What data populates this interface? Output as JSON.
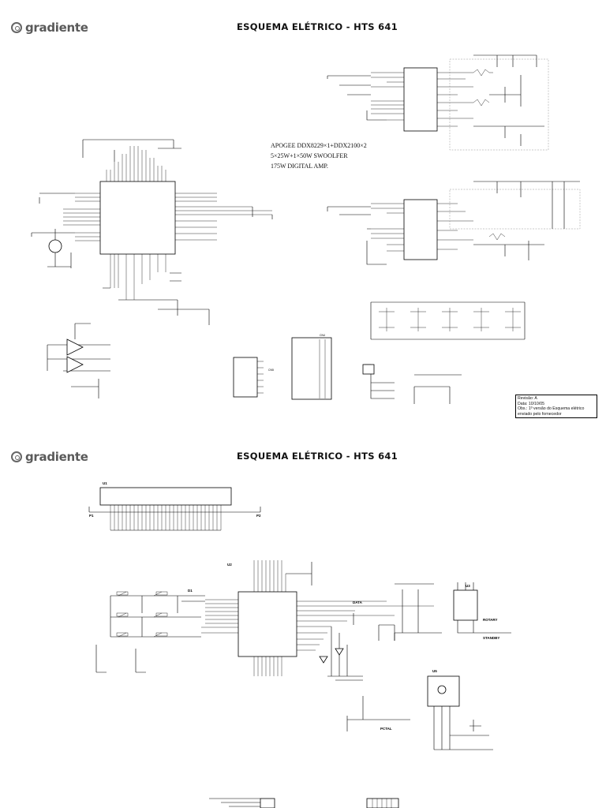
{
  "brand": {
    "name": "gradiente",
    "icon": "gradiente-logo-icon"
  },
  "sheets": [
    {
      "title": "ESQUEMA ELÉTRICO - HTS 641"
    },
    {
      "title": "ESQUEMA ELÉTRICO - HTS 641"
    }
  ],
  "amp_note": {
    "line1": "APOGEE DDX8229×1+DDX2100×2",
    "line2": "5×25W+1×50W  SWOOLFER",
    "line3": "175W DIGITAL AMP."
  },
  "revision": {
    "line1": "Revisão: A",
    "line2": "Data: 10/10/05",
    "line3": "Obs.: 1º versão do Esquema elétrico",
    "line4": "enviado pelo fornecedor"
  },
  "labels": {
    "u1": "U1",
    "p1": "P1",
    "p2": "P2",
    "u2": "U2",
    "u3": "U3",
    "u5": "U5",
    "d1": "D1",
    "data": "DATA",
    "rotary": "ROTARY",
    "standby": "STANDBY",
    "ptotal": "PCTAL"
  }
}
